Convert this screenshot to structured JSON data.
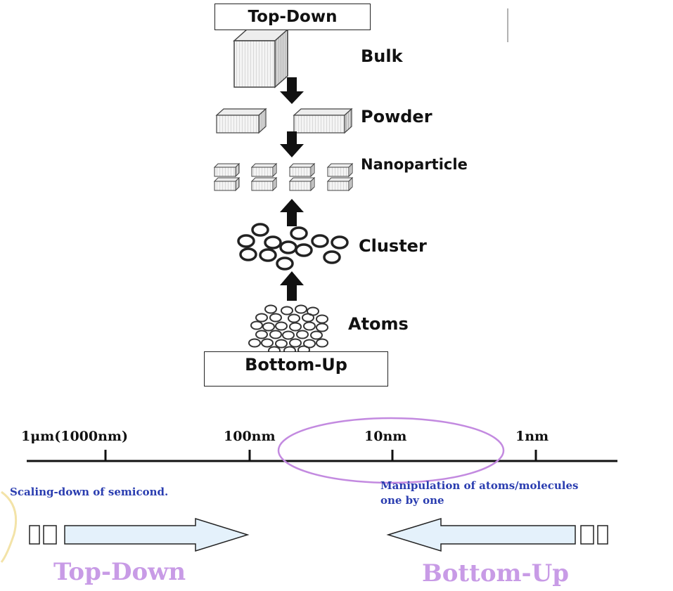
{
  "top_panel": {
    "top_label": "Top-Down",
    "bottom_label": "Bottom-Up",
    "stages": {
      "bulk": "Bulk",
      "powder": "Powder",
      "nanoparticle": "Nanoparticle",
      "cluster": "Cluster",
      "atoms": "Atoms"
    }
  },
  "scale_panel": {
    "ticks": [
      "1μm(1000nm)",
      "100nm",
      "10nm",
      "1nm"
    ],
    "left_note": "Scaling-down of semicond.",
    "right_note_line1": "Manipulation of atoms/molecules",
    "right_note_line2": "one by one",
    "left_big_label": "Top-Down",
    "right_big_label": "Bottom-Up"
  },
  "colors": {
    "note_blue": "#2a3db0",
    "big_label_violet": "#c89be6",
    "ellipse_violet": "#c38ae0",
    "arrow_fill": "#e4f1fb"
  }
}
